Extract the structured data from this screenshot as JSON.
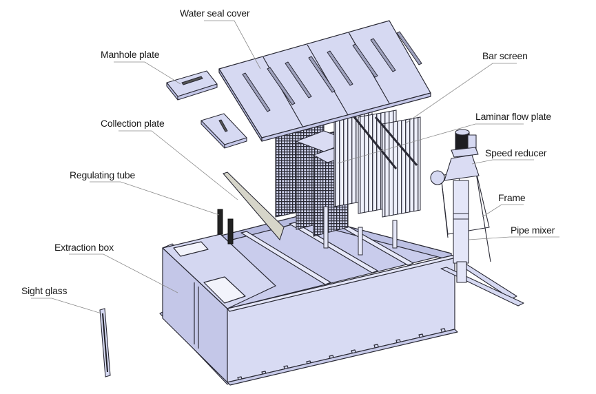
{
  "diagram": {
    "title": "Exploded view of lamella clarifier / inclined plate settler assembly",
    "colors": {
      "part_fill": "#d9dcf3",
      "part_fill_dark": "#b9bde0",
      "part_stroke": "#2a2a35",
      "leader": "#8a8a8a",
      "motor": "#1d1d22",
      "label_text": "#1a1a1a"
    },
    "labels": {
      "water_seal_cover": "Water seal cover",
      "manhole_plate": "Manhole plate",
      "bar_screen": "Bar screen",
      "laminar_flow_plate": "Laminar flow plate",
      "collection_plate": "Collection plate",
      "speed_reducer": "Speed reducer",
      "regulating_tube": "Regulating tube",
      "frame": "Frame",
      "pipe_mixer": "Pipe mixer",
      "extraction_box": "Extraction box",
      "sight_glass": "Sight glass"
    }
  }
}
